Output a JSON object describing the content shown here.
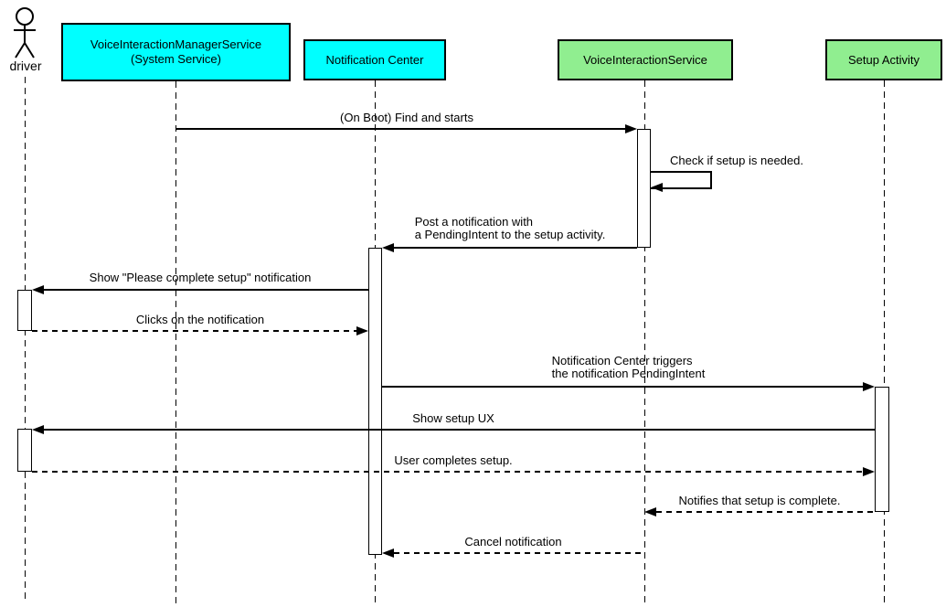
{
  "diagram_type": "uml-sequence-diagram",
  "colors": {
    "participant_cyan": "#00FFFF",
    "participant_green": "#90EE90",
    "line": "#000000",
    "background": "#FFFFFF"
  },
  "actor": {
    "label": "driver"
  },
  "participants": [
    {
      "line1": "VoiceInteractionManagerService",
      "line2": "(System Service)",
      "fill": "#00FFFF"
    },
    {
      "line1": "Notification Center",
      "fill": "#00FFFF"
    },
    {
      "line1": "VoiceInteractionService",
      "fill": "#90EE90"
    },
    {
      "line1": "Setup Activity",
      "fill": "#90EE90"
    }
  ],
  "messages": [
    {
      "from": "VoiceInteractionManagerService (System Service)",
      "to": "VoiceInteractionService",
      "text": "(On Boot) Find and starts",
      "line": "solid"
    },
    {
      "from": "VoiceInteractionService",
      "to": "VoiceInteractionService",
      "text": "Check if setup is needed.",
      "line": "solid-self"
    },
    {
      "from": "VoiceInteractionService",
      "to": "Notification Center",
      "line1": "Post a notification with",
      "line2": "a PendingIntent to the setup activity.",
      "line": "solid"
    },
    {
      "from": "Notification Center",
      "to": "driver",
      "text": "Show \"Please complete setup\" notification",
      "line": "solid"
    },
    {
      "from": "driver",
      "to": "Notification Center",
      "text": "Clicks on the notification",
      "line": "dashed"
    },
    {
      "from": "Notification Center",
      "to": "Setup Activity",
      "line1": "Notification Center triggers",
      "line2": "the notification PendingIntent",
      "line": "solid"
    },
    {
      "from": "Setup Activity",
      "to": "driver",
      "text": "Show setup UX",
      "line": "solid"
    },
    {
      "from": "driver",
      "to": "Setup Activity",
      "text": "User completes setup.",
      "line": "dashed"
    },
    {
      "from": "Setup Activity",
      "to": "VoiceInteractionService",
      "text": "Notifies that setup is complete.",
      "line": "dashed"
    },
    {
      "from": "VoiceInteractionService",
      "to": "Notification Center",
      "text": "Cancel notification",
      "line": "dashed"
    }
  ]
}
